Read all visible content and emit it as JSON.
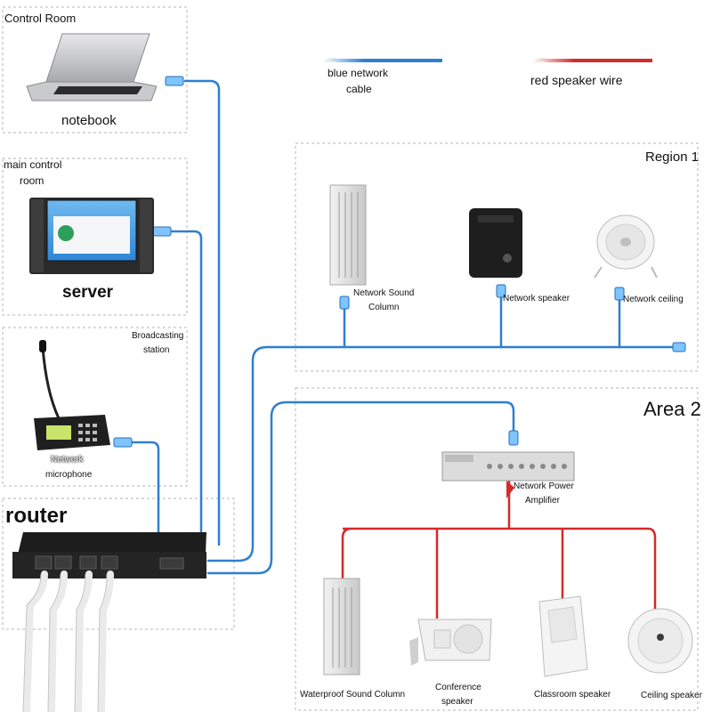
{
  "legend": {
    "blue_cable_line1": "blue network",
    "blue_cable_line2": "cable",
    "red_wire": "red speaker wire"
  },
  "control_room": {
    "title": "Control Room",
    "device_label": "notebook"
  },
  "main_control_room": {
    "title_line1": "main control",
    "title_line2": "room",
    "device_label": "server"
  },
  "broadcasting": {
    "title_line1": "Broadcasting",
    "title_line2": "station",
    "device_label_line1": "Network",
    "device_label_line2": "microphone"
  },
  "router": {
    "label": "router"
  },
  "region1": {
    "title": "Region 1",
    "devices": [
      {
        "label_line1": "Network Sound",
        "label_line2": "Column"
      },
      {
        "label_line1": "Network speaker",
        "label_line2": ""
      },
      {
        "label_line1": "Network ceiling",
        "label_line2": ""
      }
    ]
  },
  "area2": {
    "title": "Area 2",
    "amplifier_line1": "Network Power",
    "amplifier_line2": "Amplifier",
    "devices": [
      {
        "label_line1": "Waterproof Sound Column",
        "label_line2": ""
      },
      {
        "label_line1": "Conference",
        "label_line2": "speaker"
      },
      {
        "label_line1": "Classroom speaker",
        "label_line2": ""
      },
      {
        "label_line1": "Ceiling speaker",
        "label_line2": ""
      }
    ]
  },
  "colors": {
    "network_cable": "#2f7fd0",
    "speaker_wire": "#d42a2a",
    "region_border": "#b5b5b5"
  }
}
